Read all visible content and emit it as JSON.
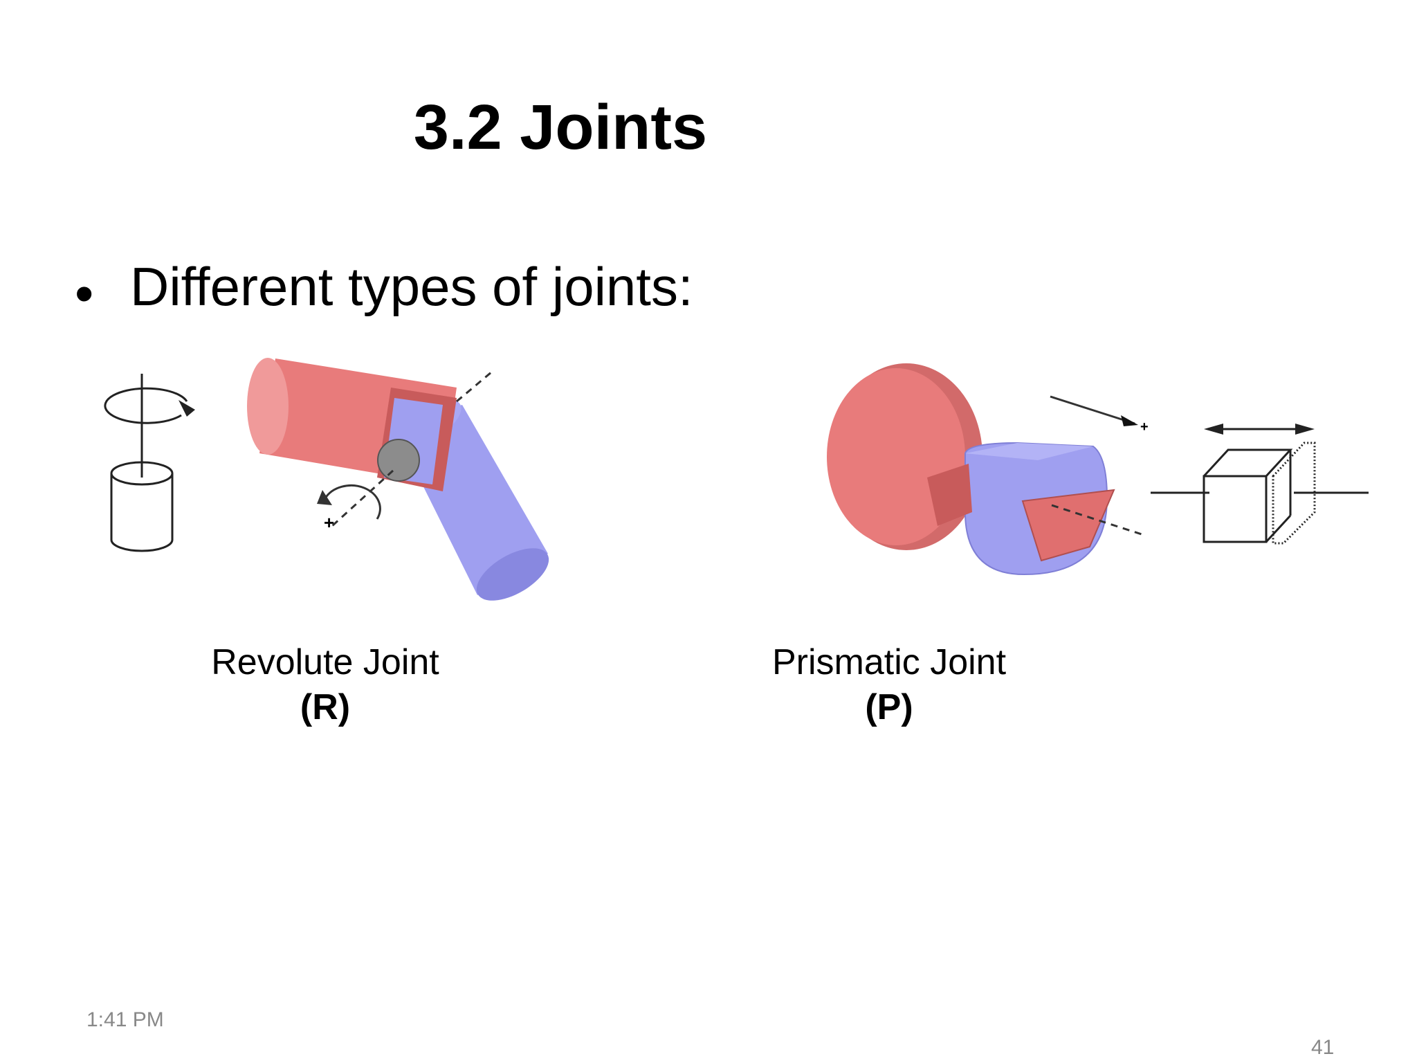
{
  "slide": {
    "title": "3.2 Joints",
    "bullet_marker": "•",
    "bullet_text": "Different types of joints:",
    "revolute": {
      "name": "Revolute Joint",
      "symbol": "(R)"
    },
    "prismatic": {
      "name": "Prismatic Joint",
      "symbol": "(P)"
    },
    "axis_sign": "+",
    "footer_time": "1:41 PM",
    "page_number": "41"
  },
  "colors": {
    "link_red": "#e87b7b",
    "link_red_dark": "#c85b5b",
    "link_blue": "#9f9ff0",
    "link_blue_dark": "#7f7fd6",
    "pin_gray": "#8c8c8c"
  },
  "icons": {
    "rotation": "revolute-rotation-symbol-icon",
    "translation": "prismatic-translation-symbol-icon"
  }
}
